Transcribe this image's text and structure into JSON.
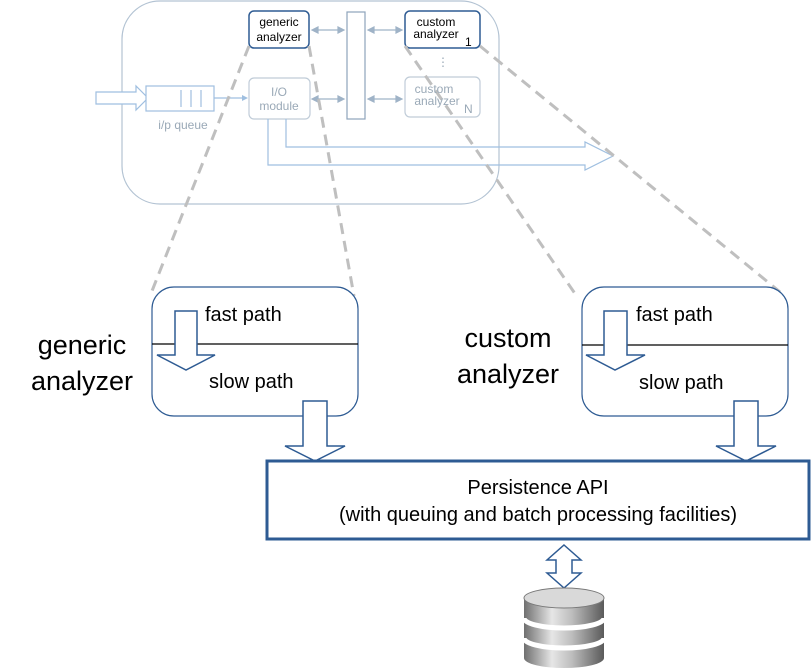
{
  "top": {
    "generic_analyzer_line1": "generic",
    "generic_analyzer_line2": "analyzer",
    "custom_analyzer_line1": "custom",
    "custom_analyzer_line2": "analyzer",
    "custom_analyzer_sub": "1",
    "custom_analyzer_n_line1": "custom",
    "custom_analyzer_n_line2": "analyzer",
    "custom_analyzer_n_sub": "N",
    "io_module_line1": "I/O",
    "io_module_line2": "module",
    "ip_queue": "i/p queue",
    "ellipsis": "⋮"
  },
  "generic": {
    "title_line1": "generic",
    "title_line2": "analyzer",
    "fast_path": "fast path",
    "slow_path": "slow path"
  },
  "custom": {
    "title_line1": "custom",
    "title_line2": "analyzer",
    "fast_path": "fast path",
    "slow_path": "slow path"
  },
  "persistence": {
    "line1": "Persistence API",
    "line2": "(with queuing and batch processing facilities)"
  },
  "colors": {
    "faint_blue": "#9aa9b7",
    "arrow_blue": "#2e5b93",
    "dash_gray": "#bfbfbf",
    "box_border": "#2e5b93"
  }
}
